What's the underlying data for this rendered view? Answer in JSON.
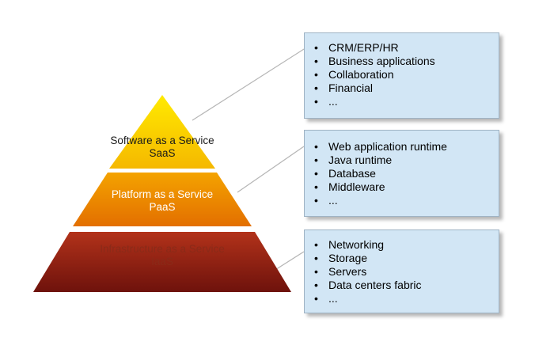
{
  "pyramid": {
    "tiers": [
      {
        "name": "Software as a Service",
        "abbr": "SaaS"
      },
      {
        "name": "Platform as a Service",
        "abbr": "PaaS"
      },
      {
        "name": "Infrastructure as a Service",
        "abbr": "IaaS"
      }
    ]
  },
  "boxes": [
    {
      "items": [
        "CRM/ERP/HR",
        "Business applications",
        "Collaboration",
        "Financial",
        "..."
      ]
    },
    {
      "items": [
        "Web application runtime",
        "Java runtime",
        "Database",
        "Middleware",
        "..."
      ]
    },
    {
      "items": [
        "Networking",
        "Storage",
        "Servers",
        "Data centers fabric",
        "..."
      ]
    }
  ],
  "colors": {
    "saas_top": "#ffea00",
    "saas_bottom": "#f5b800",
    "paas_top": "#f4a300",
    "paas_bottom": "#e36f00",
    "iaas_top": "#b2321a",
    "iaas_bottom": "#6e120c",
    "box_fill": "#d2e6f5",
    "connector": "#b5b5b5"
  }
}
